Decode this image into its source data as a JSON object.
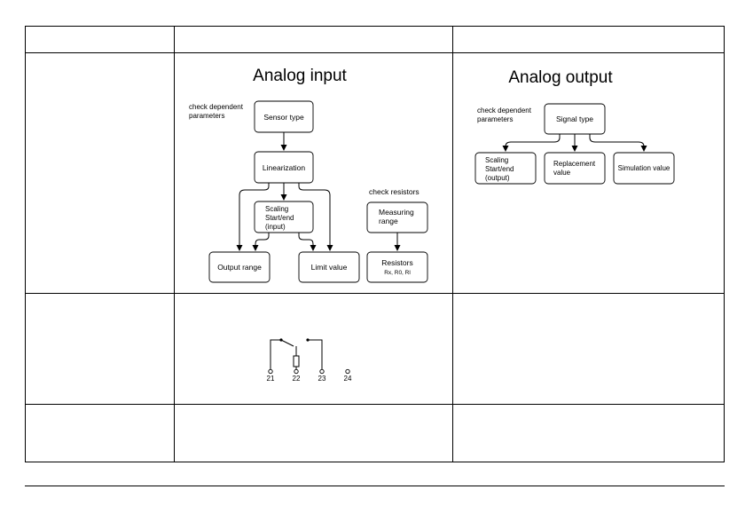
{
  "analog_input": {
    "title": "Analog input",
    "check_dependent": [
      "check dependent",
      "parameters"
    ],
    "sensor_type": "Sensor type",
    "linearization": "Linearization",
    "scaling": [
      "Scaling",
      "Start/end",
      "(input)"
    ],
    "output_range": "Output range",
    "limit_value": "Limit value",
    "check_resistors": "check resistors",
    "measuring_range": [
      "Measuring",
      "range"
    ],
    "resistors": [
      "Resistors",
      "Rx, R0, Rl"
    ]
  },
  "analog_output": {
    "title": "Analog output",
    "check_dependent": [
      "check dependent",
      "parameters"
    ],
    "signal_type": "Signal type",
    "scaling": [
      "Scaling",
      "Start/end",
      "(output)"
    ],
    "replacement_value": [
      "Replacement",
      "value"
    ],
    "simulation_value": "Simulation value"
  },
  "relay": {
    "terminals": [
      "21",
      "22",
      "23",
      "24"
    ]
  }
}
